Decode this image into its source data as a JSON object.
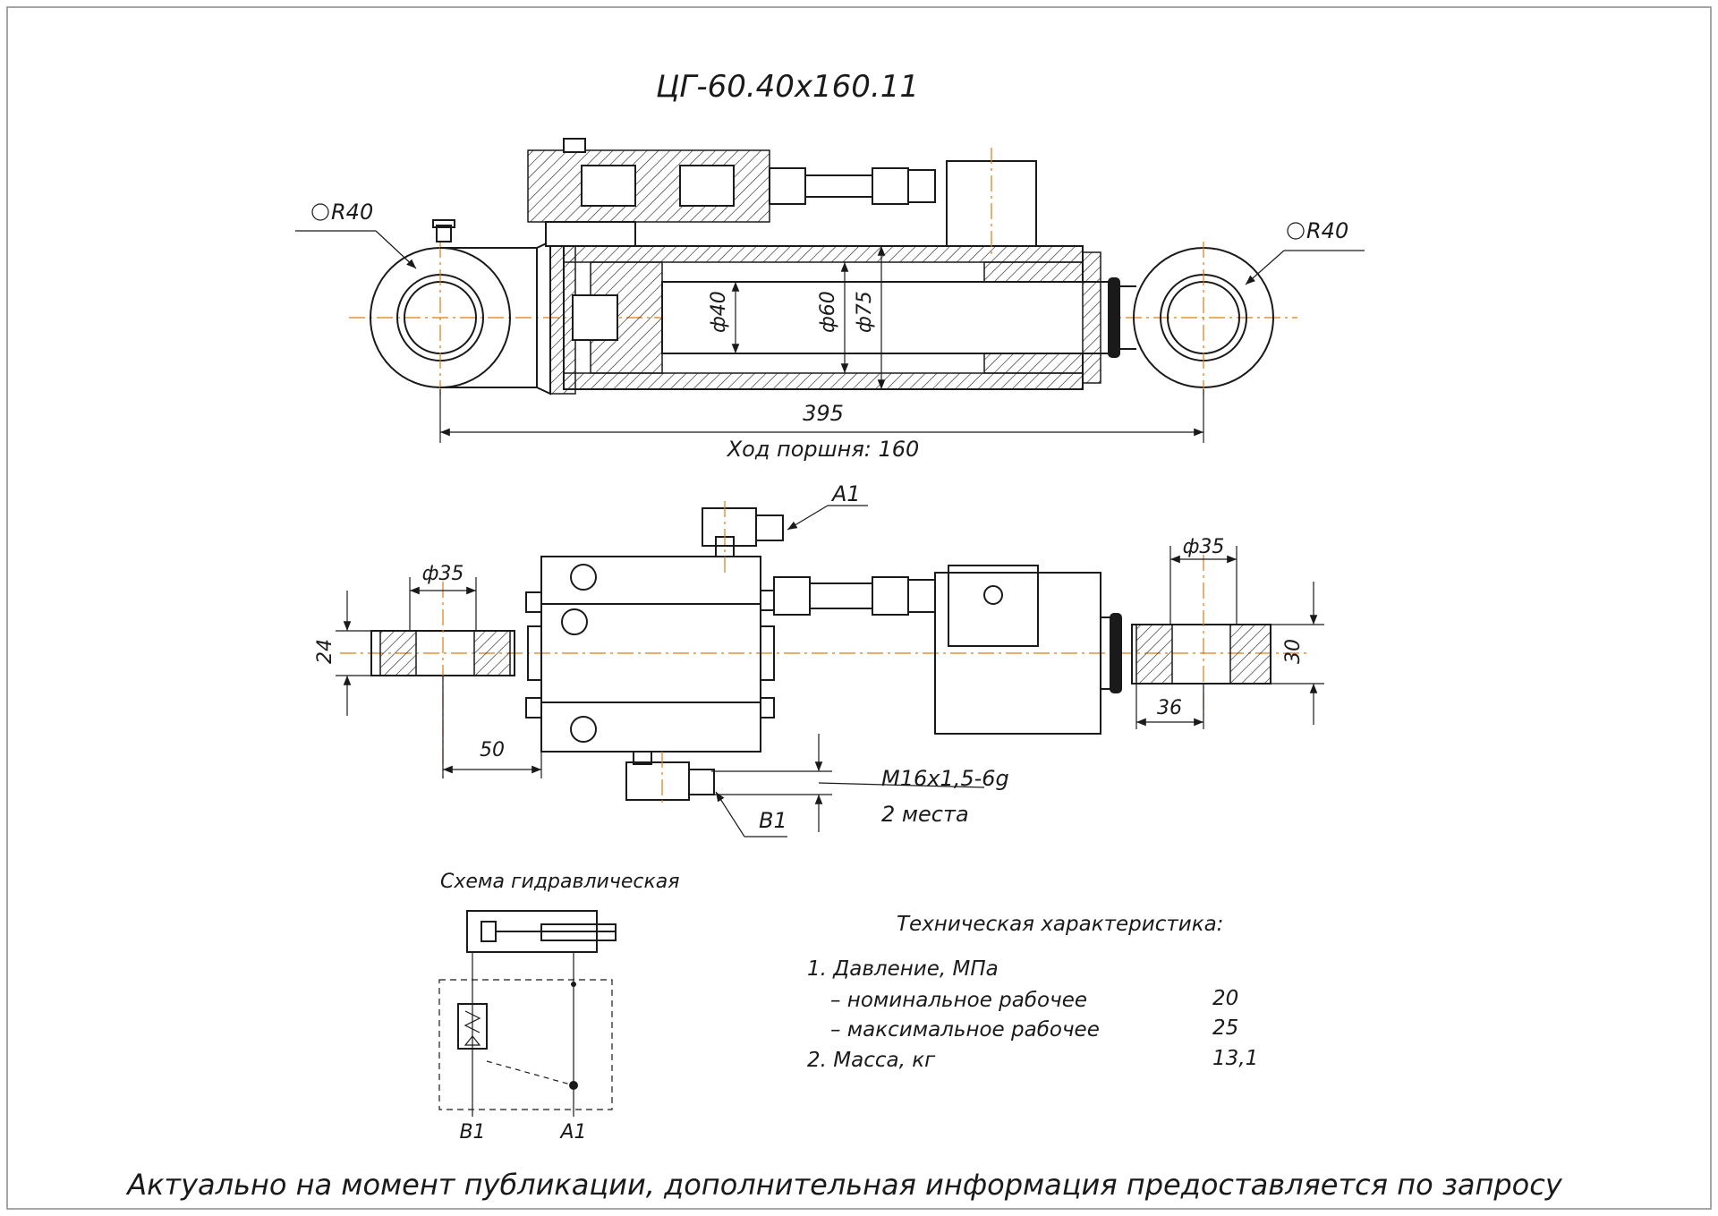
{
  "title": "ЦГ-60.40х160.11",
  "top_view": {
    "radius_left": "R40",
    "radius_right": "R40",
    "dia_rod": "ф40",
    "dia_bore": "ф60",
    "dia_outer": "ф75",
    "length": "395",
    "stroke": "Ход поршня: 160"
  },
  "side_view": {
    "port_a1": "A1",
    "port_b1": "B1",
    "dia_left": "ф35",
    "dia_right": "ф35",
    "width_left": "24",
    "width_right": "30",
    "dim_50": "50",
    "dim_36": "36",
    "thread": "М16х1,5-6g",
    "thread_count": "2 места"
  },
  "hydraulic_scheme": {
    "title": "Схема гидравлическая",
    "port_b1": "B1",
    "port_a1": "A1"
  },
  "specs": {
    "title": "Техническая характеристика:",
    "rows": [
      {
        "label": "1. Давление, МПа",
        "value": ""
      },
      {
        "label": "– номинальное рабочее",
        "value": "20"
      },
      {
        "label": "– максимальное рабочее",
        "value": "25"
      },
      {
        "label": "2. Масса, кг",
        "value": "13,1"
      }
    ]
  },
  "footer": "Актуально на момент публикации, дополнительная информация предоставляется по запросу",
  "colors": {
    "axis": "#e07a10",
    "line": "#1a1a1a",
    "frame": "#888888"
  }
}
